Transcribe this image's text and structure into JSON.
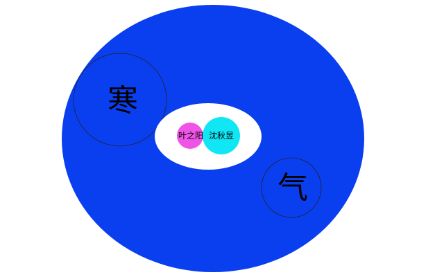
{
  "colors": {
    "background": "#ffffff",
    "outer_ellipse": "#0a3ff0",
    "inner_ellipse": "#ffffff",
    "magenta_circle": "#ee55e6",
    "cyan_circle": "#11e6f5",
    "ring_stroke": "#222222",
    "glyph": "#000000"
  },
  "labels": {
    "cold_glyph": "寒",
    "qi_glyph": "气",
    "ye_zhiyang": "叶之阳",
    "shen_qiuyu": "沈秋昱"
  }
}
